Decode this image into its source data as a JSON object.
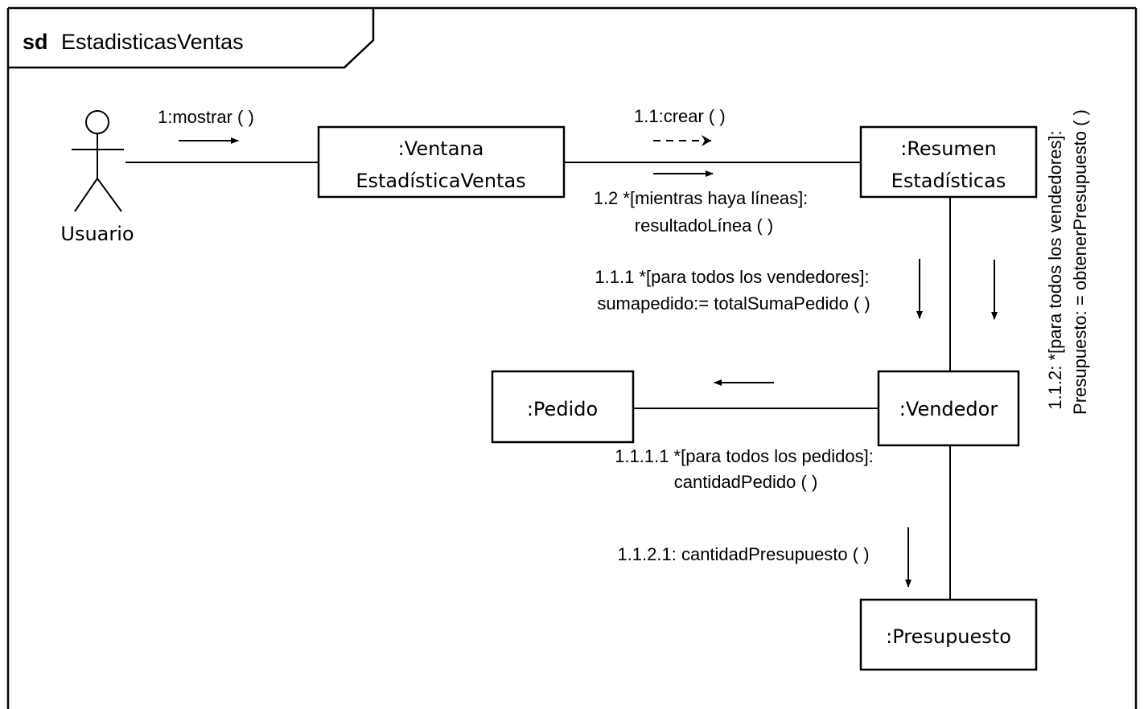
{
  "frame": {
    "keyword": "sd",
    "name": "EstadisticasVentas"
  },
  "actor": {
    "name": "Usuario"
  },
  "objects": {
    "ventana": {
      "line1": ":Ventana",
      "line2": "EstadísticaVentas"
    },
    "resumen": {
      "line1": ":Resumen",
      "line2": "Estadísticas"
    },
    "pedido": {
      "label": ":Pedido"
    },
    "vendedor": {
      "label": ":Vendedor"
    },
    "presupuesto": {
      "label": ":Presupuesto"
    }
  },
  "messages": {
    "m1": {
      "text": "1:mostrar ( )"
    },
    "m1_1": {
      "text": "1.1:crear ( )"
    },
    "m1_2": {
      "line1": "1.2 *[mientras haya líneas]:",
      "line2": "resultadoLínea ( )"
    },
    "m1_1_1": {
      "line1": "1.1.1 *[para todos los vendedores]:",
      "line2": "sumapedido:= totalSumaPedido ( )"
    },
    "m1_1_2": {
      "line1": "1.1.2: *[para todos los vendedores]:",
      "line2": "Presupuesto: = obtenerPresupuesto ( )"
    },
    "m1_1_1_1": {
      "line1": "1.1.1.1 *[para todos los pedidos]:",
      "line2": "cantidadPedido ( )"
    },
    "m1_1_2_1": {
      "text": "1.1.2.1: cantidadPresupuesto ( )"
    }
  }
}
